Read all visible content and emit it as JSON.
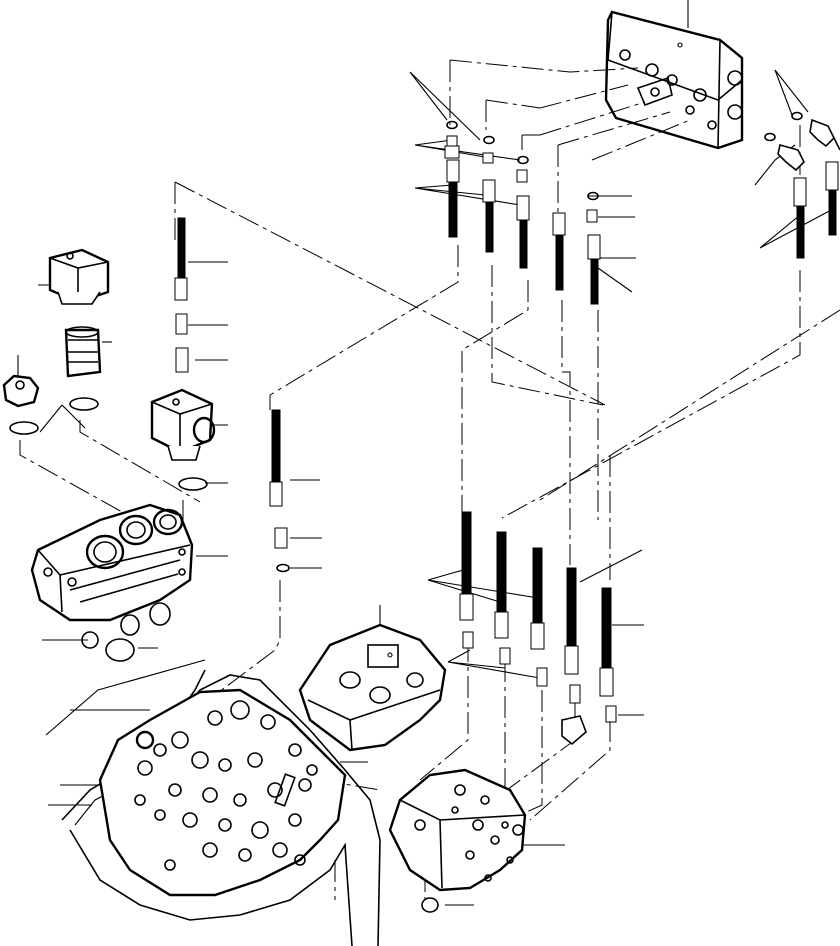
{
  "diagram": {
    "type": "exploded-parts-diagram",
    "labels": [],
    "components": [
      "manifold-block",
      "hydraulic-tubes",
      "tube-fittings",
      "o-rings",
      "elbow-fittings",
      "solenoid-valve-block",
      "cap-nut",
      "adapter-fitting",
      "control-valve-body",
      "valve-cover-plate",
      "gasket",
      "relief-valve"
    ],
    "colors": {
      "ink": "#000000",
      "paper": "#ffffff"
    }
  }
}
